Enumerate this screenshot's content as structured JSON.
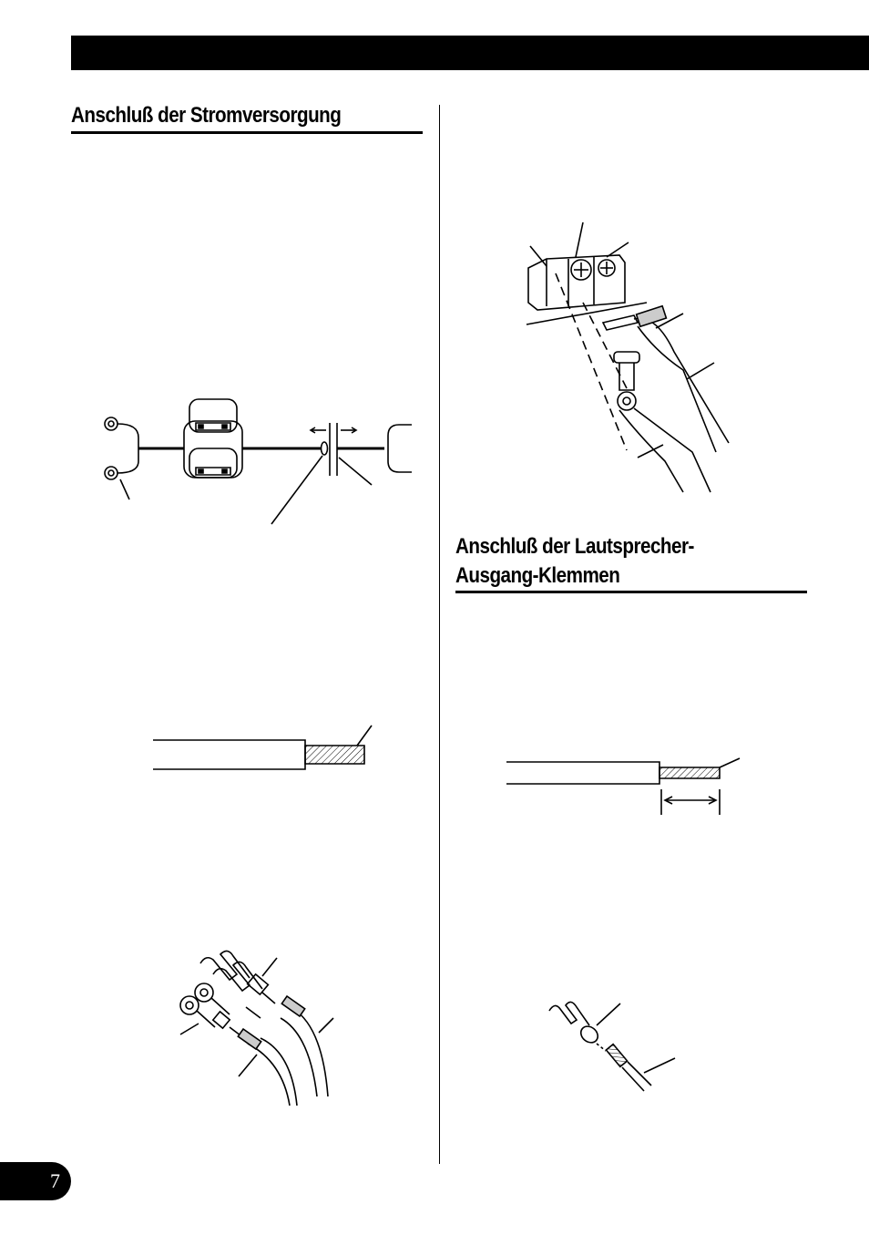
{
  "left_column": {
    "heading": "Anschluß der Stromversorgung"
  },
  "right_column": {
    "heading_line1": "Anschluß der Lautsprecher-",
    "heading_line2": "Ausgang-Klemmen"
  },
  "page_number": "7"
}
